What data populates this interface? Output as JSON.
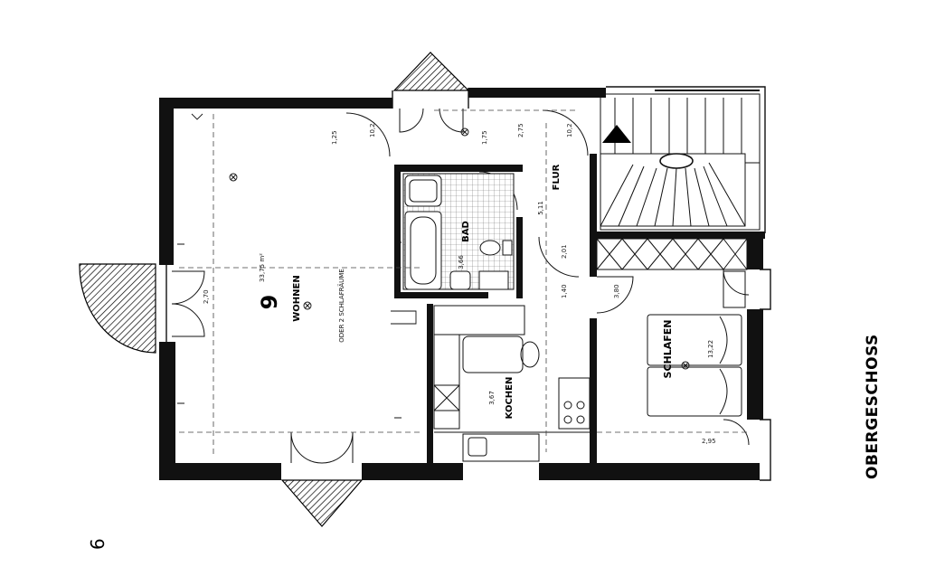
{
  "floor": {
    "title": "OBERGESCHOSS"
  },
  "page": {
    "number": "9",
    "stamp": "6"
  },
  "rooms": {
    "wohnen": "WOHNEN",
    "kochen": "KOCHEN",
    "schlafen": "SCHLAFEN",
    "bad": "BAD",
    "flur": "FLUR"
  },
  "notes": {
    "wohnen_area": "33,75 m²",
    "wohnen_dimension": "ODER 2 SCHLAFRÄUME",
    "kochen_area": "3,67",
    "schlafen_area": "13,22",
    "bad_area": "3,66",
    "flur_area": "5,11"
  },
  "dimensions": [
    "1,25",
    "10,2",
    "1,75",
    "2,75",
    "10,2",
    "3,80",
    "2,01",
    "1,40",
    "2,70",
    "2,95"
  ]
}
